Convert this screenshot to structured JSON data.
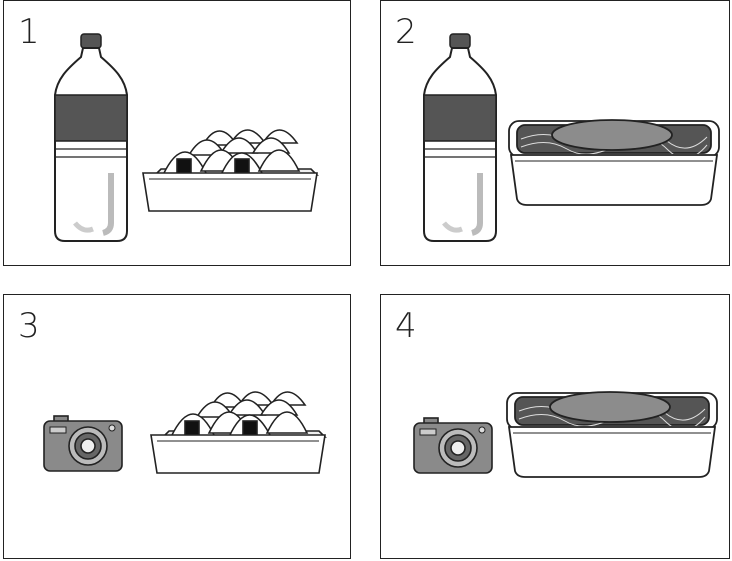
{
  "panels": [
    {
      "number": "1",
      "items": [
        "bottle-icon",
        "onigiri-tray-icon"
      ]
    },
    {
      "number": "2",
      "items": [
        "bottle-icon",
        "spaghetti-tray-icon"
      ]
    },
    {
      "number": "3",
      "items": [
        "camera-icon",
        "onigiri-tray-icon"
      ]
    },
    {
      "number": "4",
      "items": [
        "camera-icon",
        "spaghetti-tray-icon"
      ]
    }
  ],
  "colors": {
    "line": "#222222",
    "label_band": "#555555",
    "camera": "#8a8a8a",
    "sauce": "#8c8c8c"
  }
}
